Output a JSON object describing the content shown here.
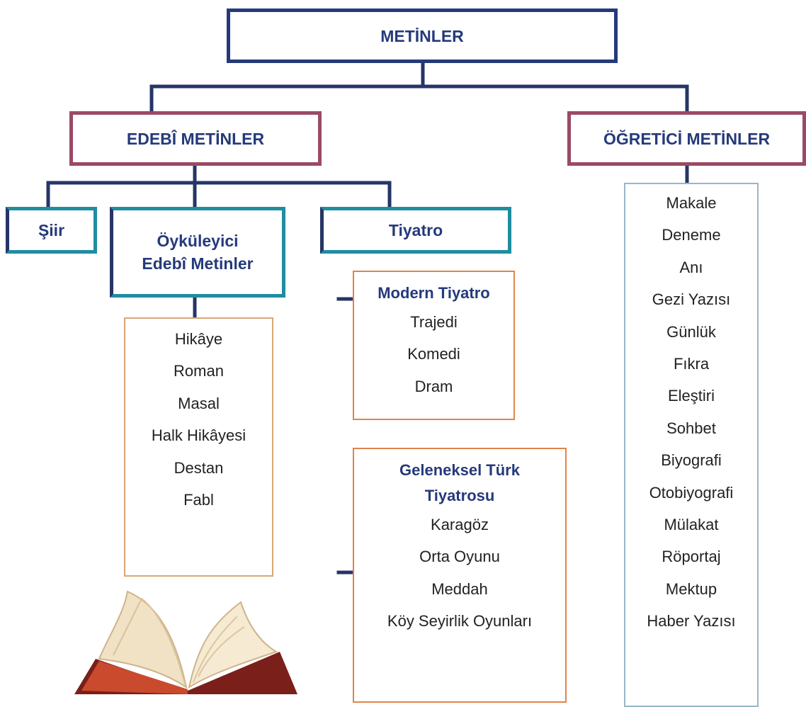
{
  "colors": {
    "navy": "#253a7a",
    "maroon": "#9b4a63",
    "teal": "#1f8da0",
    "tan": "#d8a776",
    "orange": "#e2834b",
    "light_blue": "#97b8c8"
  },
  "root": {
    "label": "METİNLER"
  },
  "edebi": {
    "label": "EDEBÎ METİNLER",
    "children": {
      "siir": "Şiir",
      "oykuleyici": {
        "line1": "Öyküleyici",
        "line2": "Edebî Metinler"
      },
      "tiyatro": "Tiyatro"
    },
    "oykuleyici_items": [
      "Hikâye",
      "Roman",
      "Masal",
      "Halk Hikâyesi",
      "Destan",
      "Fabl"
    ],
    "modern_tiyatro": {
      "title": "Modern Tiyatro",
      "items": [
        "Trajedi",
        "Komedi",
        "Dram"
      ]
    },
    "geleneksel": {
      "title_line1": "Geleneksel Türk",
      "title_line2": "Tiyatrosu",
      "items": [
        "Karagöz",
        "Orta Oyunu",
        "Meddah",
        "Köy Seyirlik Oyunları"
      ]
    }
  },
  "ogretici": {
    "label": "ÖĞRETİCİ METİNLER",
    "items": [
      "Makale",
      "Deneme",
      "Anı",
      "Gezi Yazısı",
      "Günlük",
      "Fıkra",
      "Eleştiri",
      "Sohbet",
      "Biyografi",
      "Otobiyografi",
      "Mülakat",
      "Röportaj",
      "Mektup",
      "Haber Yazısı"
    ]
  },
  "illustration": {
    "icon": "open-book-icon"
  }
}
